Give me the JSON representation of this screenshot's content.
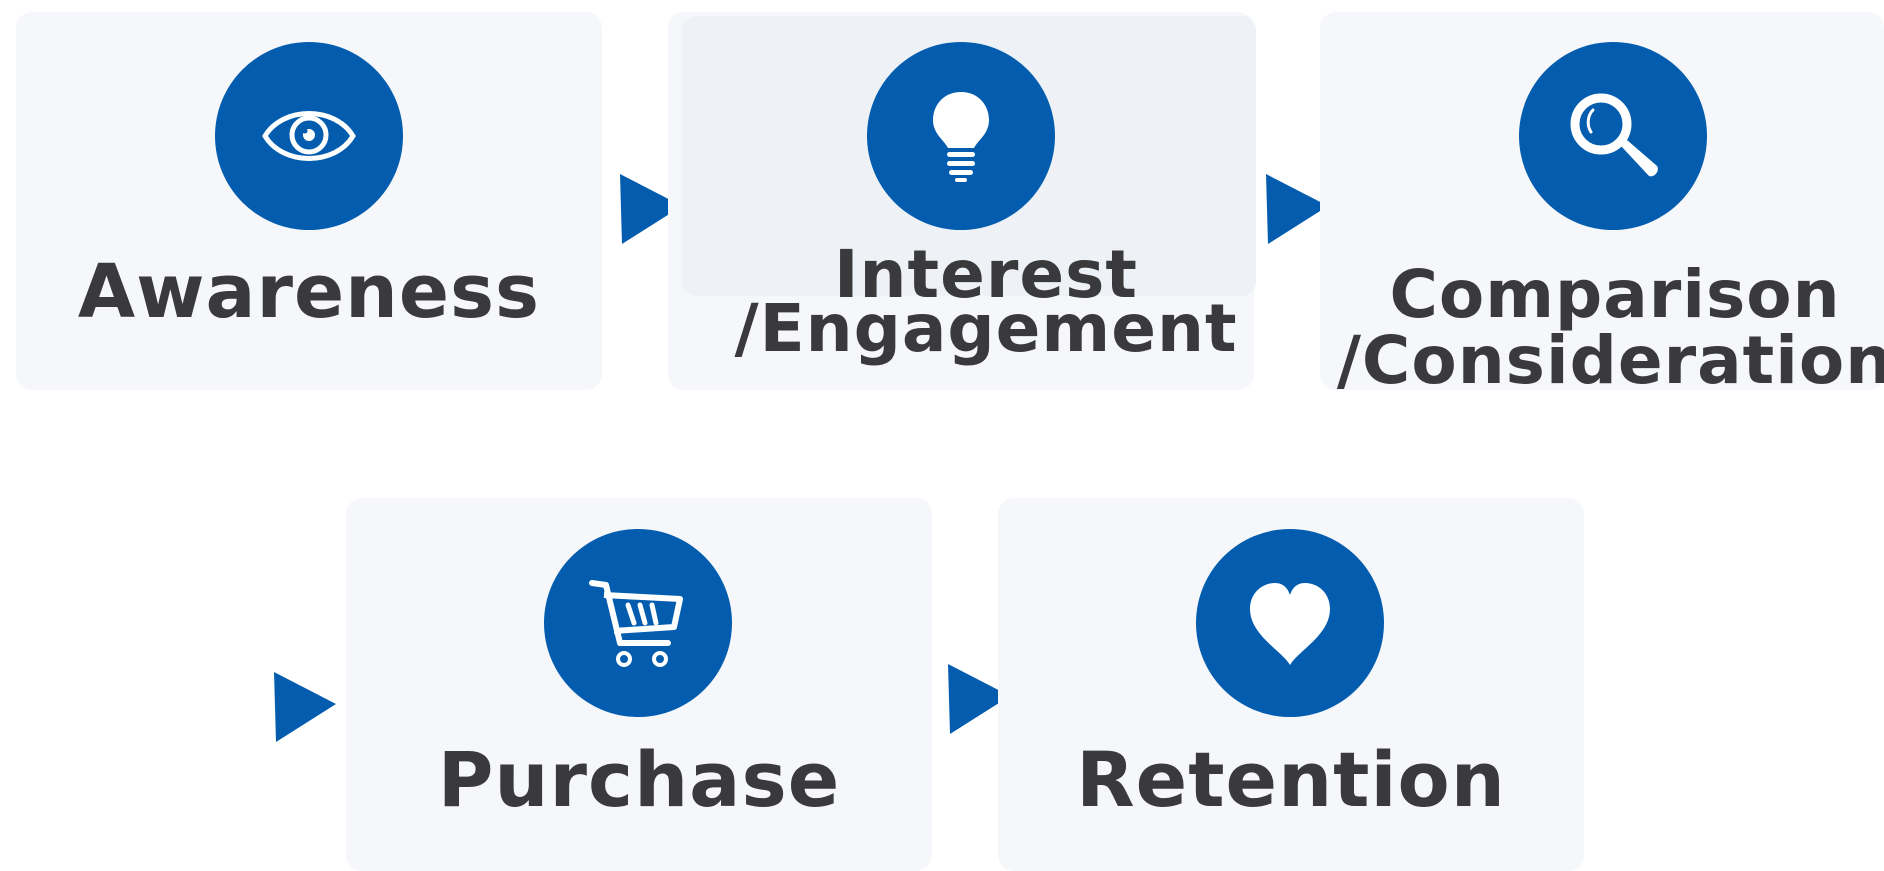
{
  "colors": {
    "accent": "#035cae",
    "card_bg": "#f5f7fb",
    "text": "#3a3a3c"
  },
  "stages": [
    {
      "icon": "eye-icon",
      "lines": [
        "Awareness"
      ]
    },
    {
      "icon": "lightbulb-icon",
      "lines": [
        "Interest",
        "/Engagement"
      ]
    },
    {
      "icon": "magnifier-icon",
      "lines": [
        "Comparison",
        "/Consideration"
      ]
    },
    {
      "icon": "shopping-cart-icon",
      "lines": [
        "Purchase"
      ]
    },
    {
      "icon": "heart-icon",
      "lines": [
        "Retention"
      ]
    }
  ]
}
